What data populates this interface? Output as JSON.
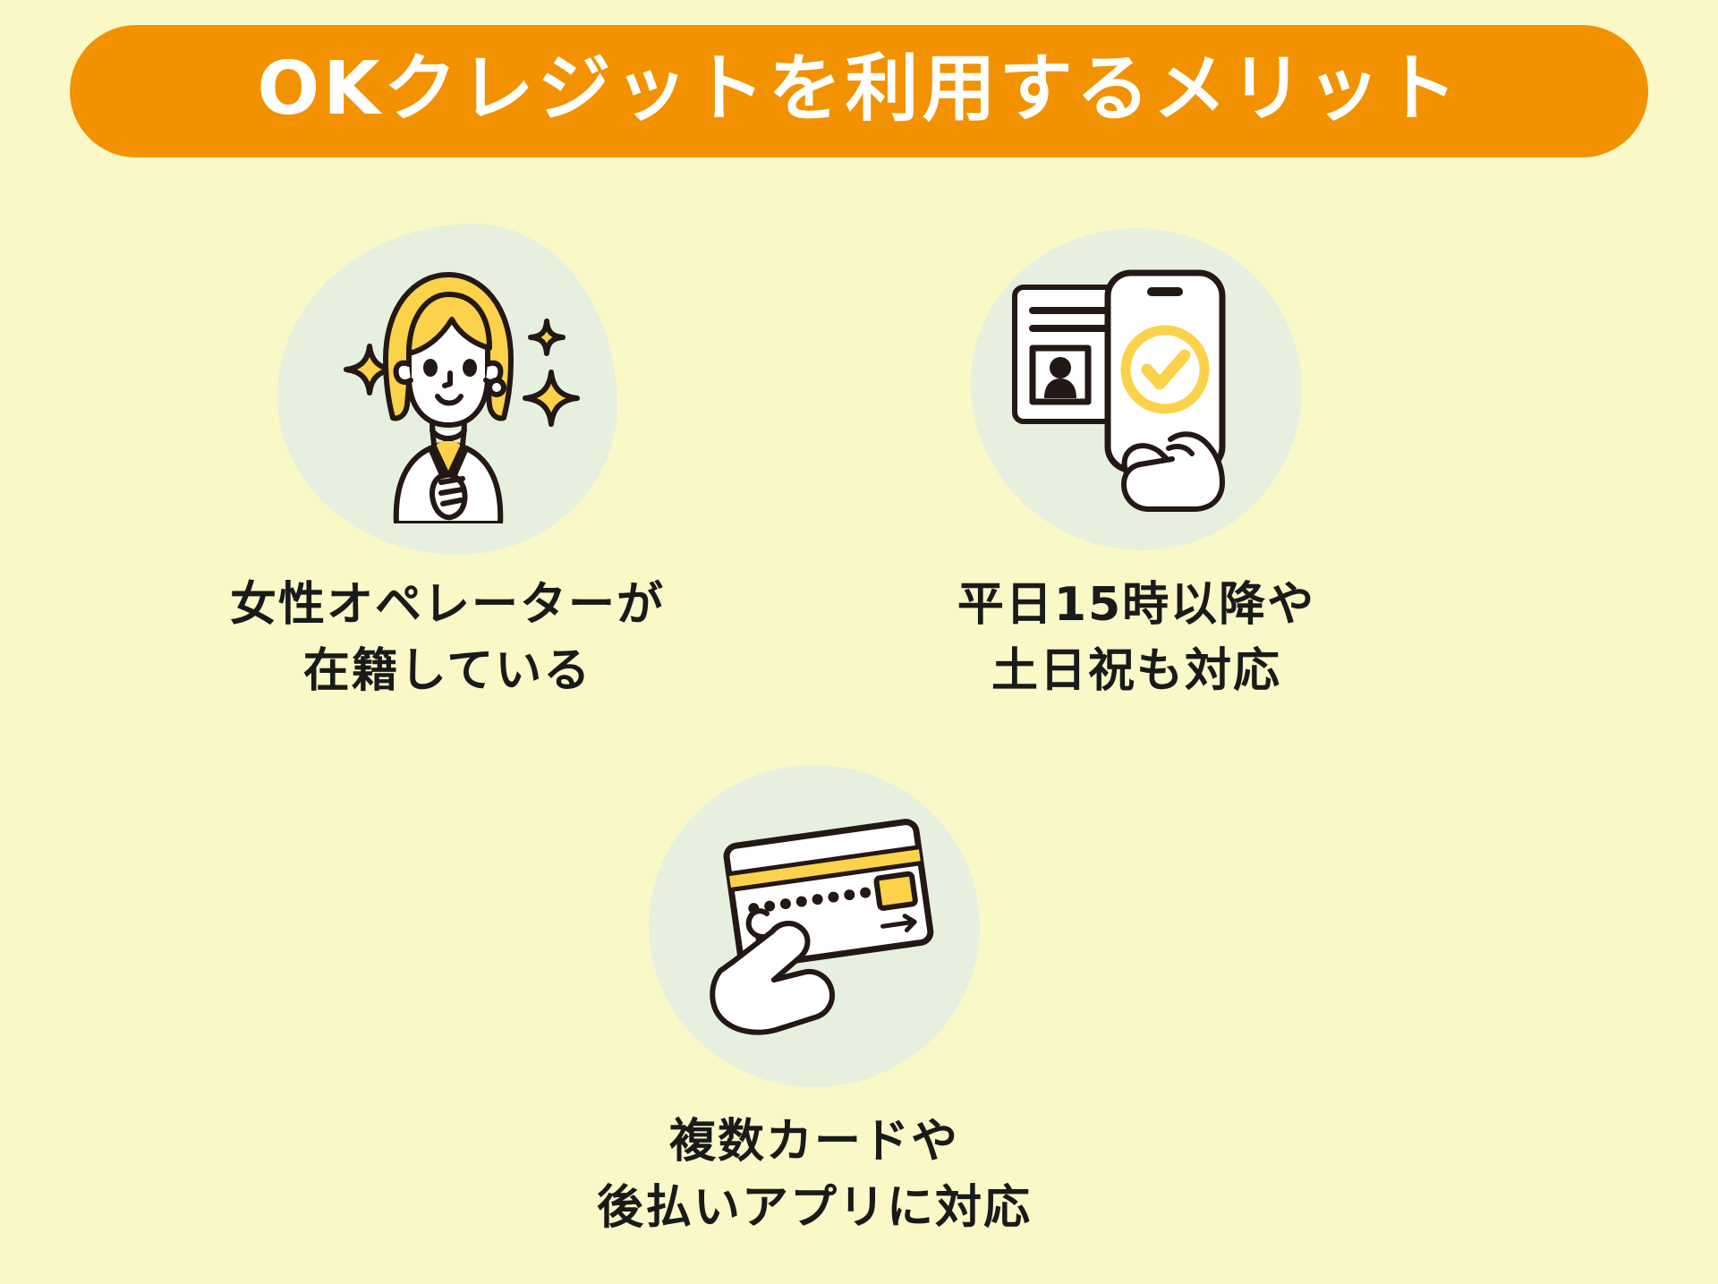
{
  "header": {
    "title": "OKクレジットを利用するメリット",
    "background_color": "#F29200",
    "text_color": "#FFFFFF"
  },
  "theme": {
    "page_background": "#FBF8C8",
    "blob_color": "#E7F0DE",
    "accent_yellow": "#FBD24A",
    "ink": "#231815",
    "text_color": "#1A1A1A"
  },
  "benefits": [
    {
      "id": "female-operator",
      "icon": "female-operator-illustration",
      "caption_line_1": "女性オペレーターが",
      "caption_line_2": "在籍している"
    },
    {
      "id": "weekday-evening-weekend-support",
      "icon": "id-card-phone-verification-illustration",
      "caption_line_1": "平日15時以降や",
      "caption_line_2": "土日祝も対応"
    },
    {
      "id": "multiple-cards-and-pay-later-apps",
      "icon": "hand-holding-credit-card-illustration",
      "caption_line_1": "複数カードや",
      "caption_line_2": "後払いアプリに対応"
    }
  ]
}
